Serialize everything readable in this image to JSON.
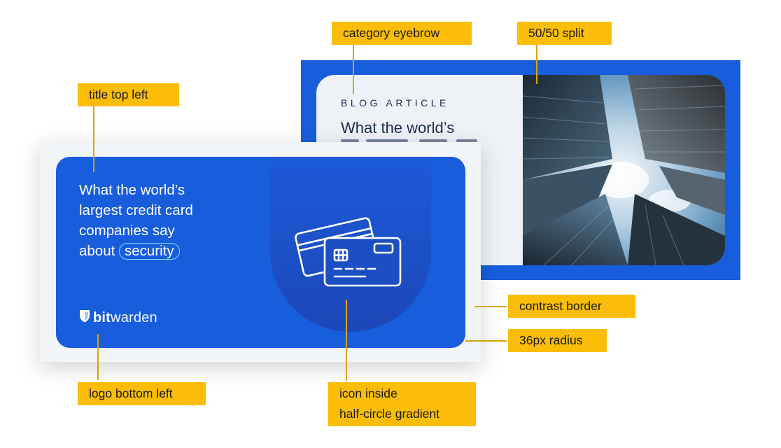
{
  "back_card": {
    "eyebrow": "BLOG ARTICLE",
    "title": "What the world’s",
    "photo": "skyscrapers-looking-up-photo"
  },
  "front_card": {
    "title_lines": [
      "What the world’s",
      "largest credit card",
      "companies say"
    ],
    "title_last_prefix": "about",
    "title_highlight": "security",
    "icon": "credit-cards-icon",
    "logo_bold": "bit",
    "logo_regular": "warden",
    "logo_icon": "shield-icon"
  },
  "callouts": {
    "category_eyebrow": "category eyebrow",
    "split": "50/50 split",
    "title_top_left": "title top left",
    "contrast_border": "contrast border",
    "radius": "36px radius",
    "logo_bottom_left": "logo bottom left",
    "icon_line1": "icon inside",
    "icon_line2": "half-circle gradient"
  },
  "colors": {
    "brand_blue": "#175ddc",
    "navy_text": "#1b2a52",
    "callout_yellow": "#fbbd08",
    "highlight_outline": "#7ee0f5",
    "card_bg_light": "#eef2f7"
  }
}
